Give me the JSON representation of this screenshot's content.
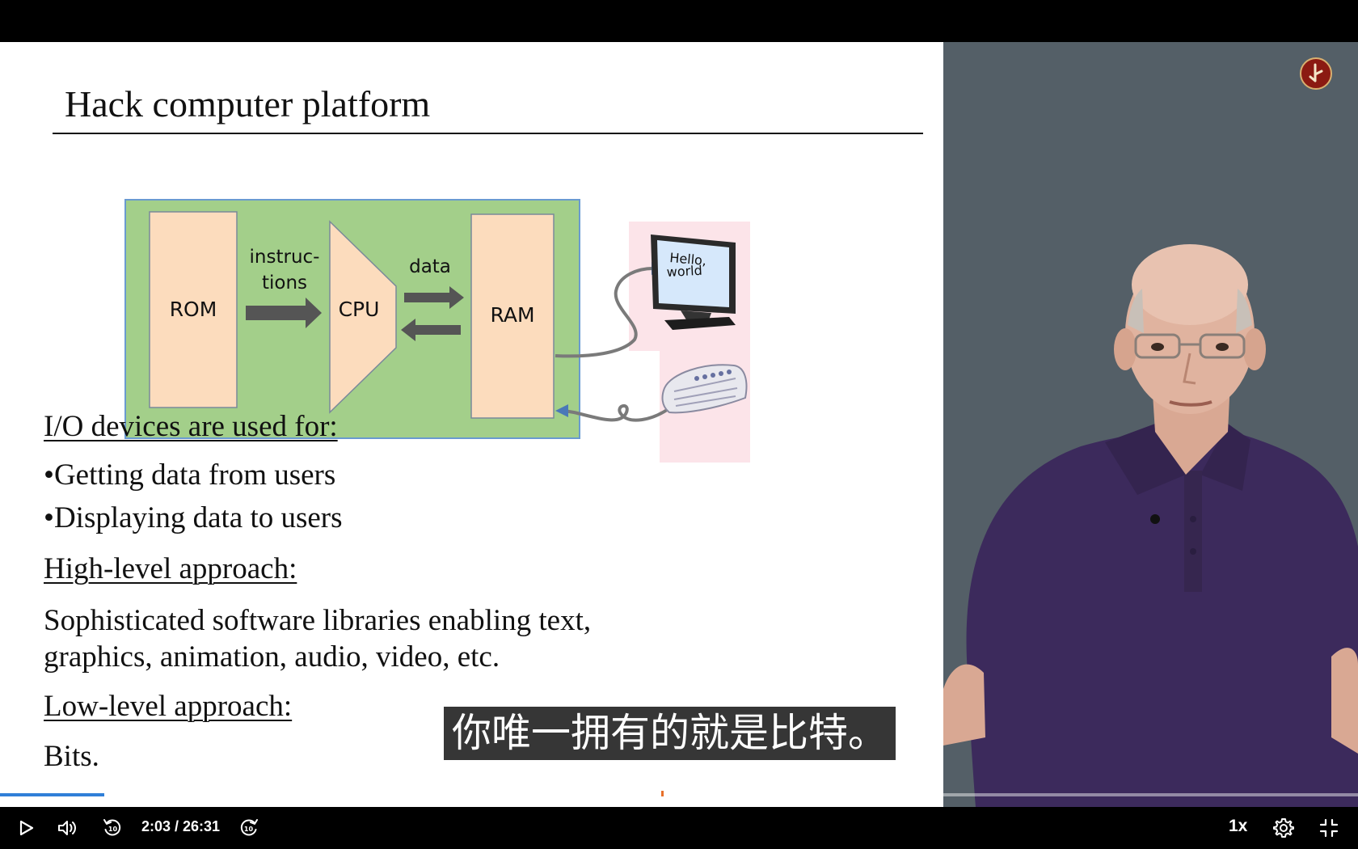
{
  "slide": {
    "title": "Hack computer platform",
    "diagram": {
      "rom_label": "ROM",
      "instructions_line1": "instruc-",
      "instructions_line2": "tions",
      "cpu_label": "CPU",
      "data_label": "data",
      "ram_label": "RAM",
      "screen_line1": "Hello,",
      "screen_line2": "world"
    },
    "io_heading": "I/O devices are used for:",
    "bullets": [
      "•Getting data from users",
      "•Displaying data to users"
    ],
    "high_heading": "High-level approach:",
    "high_text_line1": "Sophisticated software libraries enabling text,",
    "high_text_line2": "graphics, animation, audio, video, etc.",
    "low_heading": "Low-level approach:",
    "low_text": "Bits."
  },
  "subtitle": "你唯一拥有的就是比特。",
  "player": {
    "current_time": "2:03",
    "duration": "26:31",
    "time_display": "2:03 / 26:31",
    "progress_fraction": 0.077,
    "speed": "1x",
    "skip_back_seconds": "10",
    "skip_forward_seconds": "10"
  },
  "colors": {
    "slide_bg": "#ffffff",
    "backdrop": "#545f67",
    "board_green": "#a3cf8a",
    "chip_fill": "#fcdcbd",
    "io_pink": "#fce4e9",
    "arrow_gray": "#555555",
    "progress": "#2f7fd8",
    "marker": "#e8702a"
  },
  "icons": {
    "play": "play-icon",
    "volume": "volume-icon",
    "rewind": "rewind-10-icon",
    "forward": "forward-10-icon",
    "settings": "gear-icon",
    "fullscreen": "fullscreen-icon",
    "logo": "channel-logo-icon"
  }
}
